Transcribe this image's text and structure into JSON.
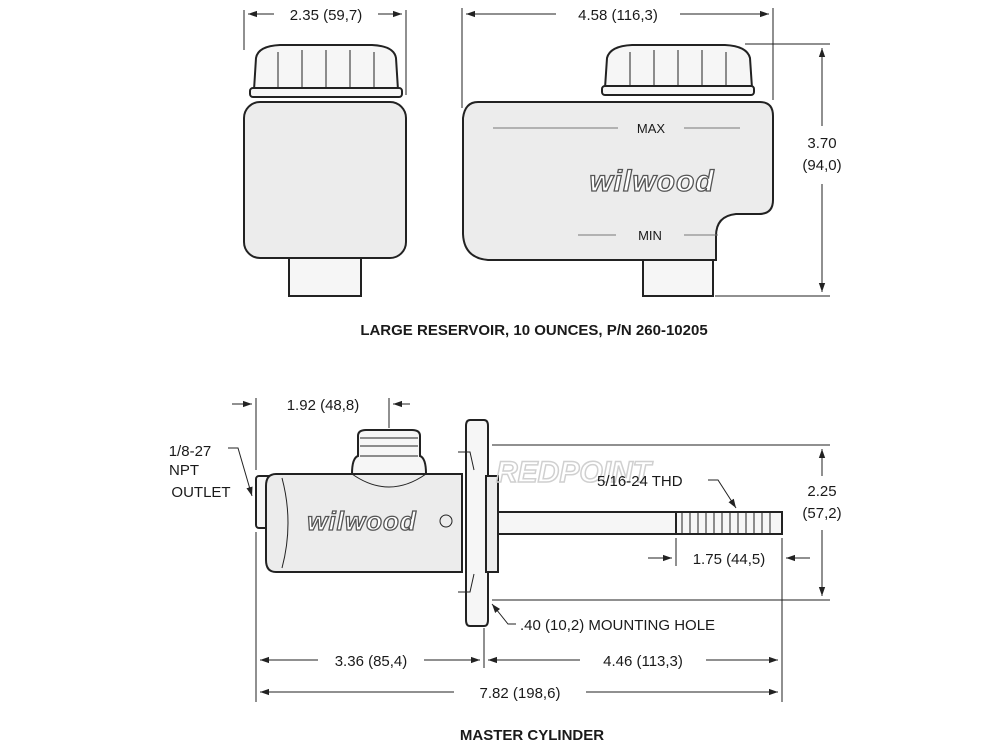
{
  "reservoir": {
    "caption": "LARGE RESERVOIR, 10 OUNCES, P/N 260-10205",
    "side_width": "2.35 (59,7)",
    "front_width": "4.58 (116,3)",
    "height_in": "3.70",
    "height_mm": "(94,0)",
    "max_label": "MAX",
    "min_label": "MIN",
    "logo": "wilwood"
  },
  "master_cylinder": {
    "caption": "MASTER CYLINDER",
    "port_offset": "1.92 (48,8)",
    "outlet_line1": "1/8-27",
    "outlet_line2": "NPT",
    "outlet_line3": "OUTLET",
    "thread": "5/16-24 THD",
    "height_in": "2.25",
    "height_mm": "(57,2)",
    "rod_length": "1.75 (44,5)",
    "mounting_hole": ".40 (10,2) MOUNTING HOLE",
    "body_length": "3.36 (85,4)",
    "rod_total": "4.46 (113,3)",
    "overall": "7.82 (198,6)",
    "logo": "wilwood",
    "watermark": "REDPOINT"
  }
}
